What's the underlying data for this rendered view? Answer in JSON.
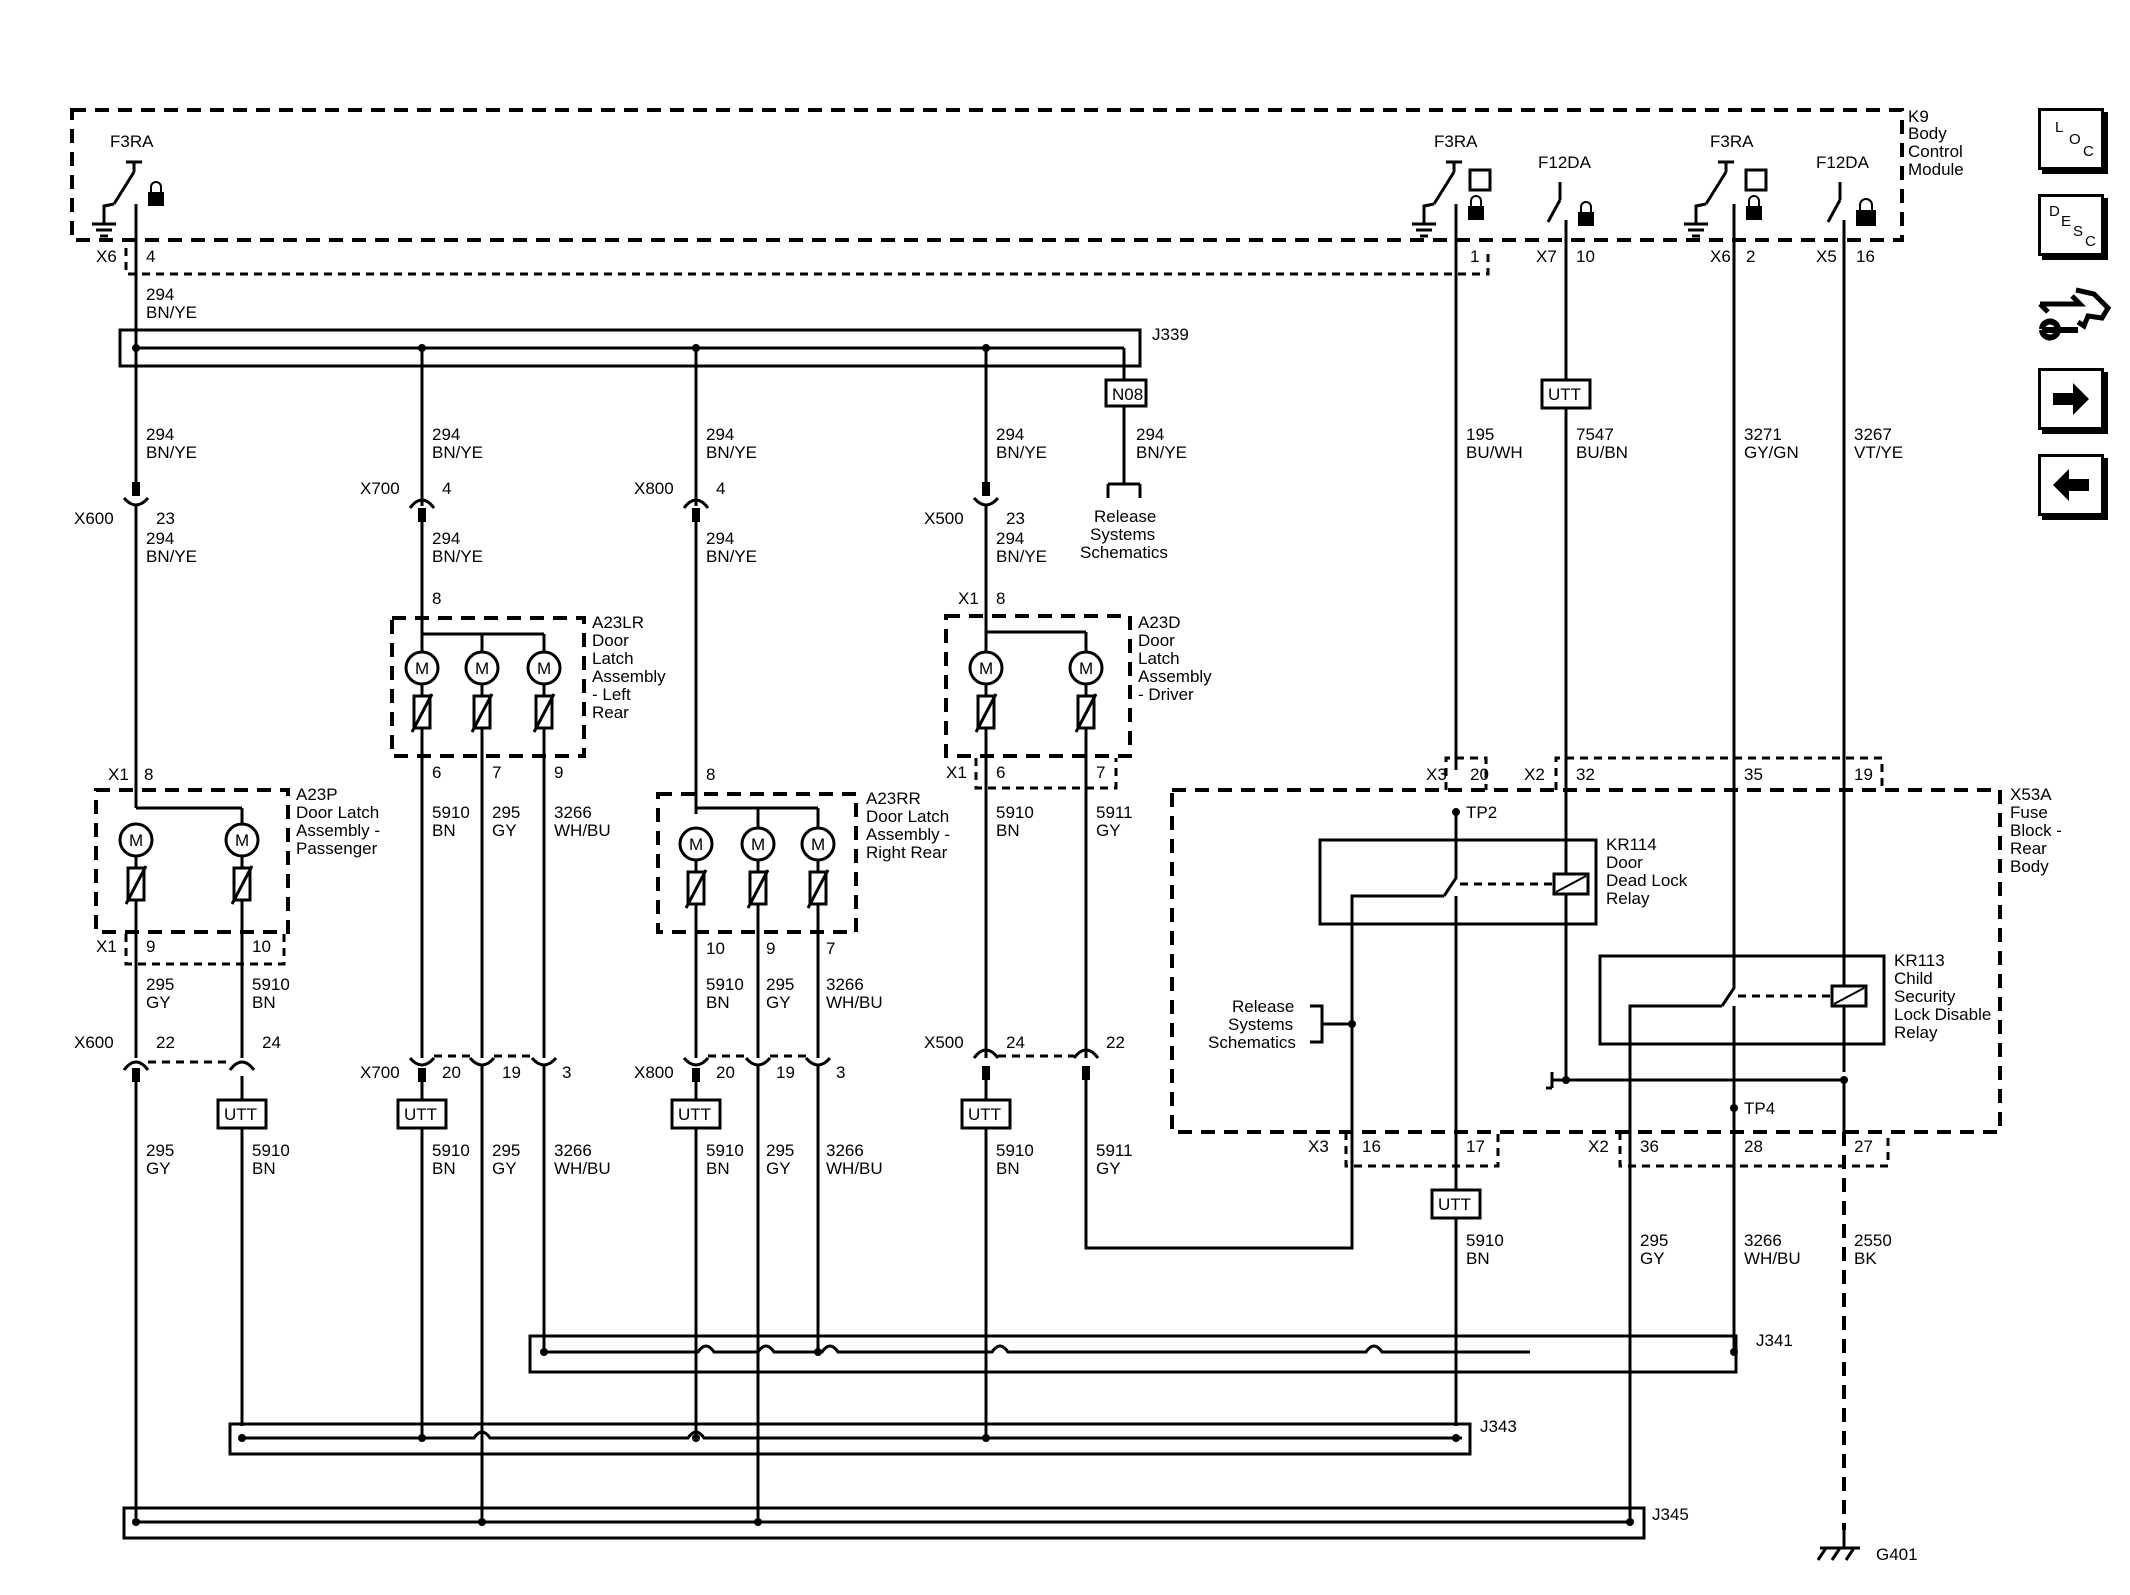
{
  "module": {
    "id": "K9",
    "l1": "Body",
    "l2": "Control",
    "l3": "Module"
  },
  "fuse_block": {
    "id": "X53A",
    "l1": "Fuse",
    "l2": "Block -",
    "l3": "Rear",
    "l4": "Body"
  },
  "bcm_outputs": [
    {
      "fuse": "F3RA",
      "conn": "X6",
      "pin": "4"
    },
    {
      "fuse": "F3RA",
      "conn": "",
      "pin": "1"
    },
    {
      "fuse": "F12DA",
      "conn": "X7",
      "pin": "10"
    },
    {
      "fuse": "F3RA",
      "conn": "X6",
      "pin": "2"
    },
    {
      "fuse": "F12DA",
      "conn": "X5",
      "pin": "16"
    }
  ],
  "splices": {
    "j339": "J339",
    "j341": "J341",
    "j343": "J343",
    "j345": "J345"
  },
  "wire_labels": {
    "w294": "294",
    "bnye": "BN/YE",
    "w195": "195",
    "buwh": "BU/WH",
    "w7547": "7547",
    "bubn": "BU/BN",
    "w3271": "3271",
    "gygn": "GY/GN",
    "w3267": "3267",
    "vtye": "VT/YE",
    "w5910": "5910",
    "bn": "BN",
    "w295": "295",
    "gy": "GY",
    "w3266": "3266",
    "whbu": "WH/BU",
    "w5911": "5911",
    "w2550": "2550",
    "bk": "BK"
  },
  "connectors": {
    "x600": "X600",
    "x700": "X700",
    "x800": "X800",
    "x500": "X500",
    "x1": "X1",
    "x2": "X2",
    "x3": "X3"
  },
  "pins": {
    "p2": "2",
    "p3": "3",
    "p4": "4",
    "p6": "6",
    "p7": "7",
    "p8": "8",
    "p9": "9",
    "p10": "10",
    "p16": "16",
    "p17": "17",
    "p19": "19",
    "p20": "20",
    "p22": "22",
    "p23": "23",
    "p24": "24",
    "p27": "27",
    "p28": "28",
    "p32": "32",
    "p35": "35",
    "p36": "36"
  },
  "tags": {
    "utt": "UTT",
    "n08": "N08",
    "tp2": "TP2",
    "tp4": "TP4",
    "motor": "M"
  },
  "release": {
    "l1": "Release",
    "l2": "Systems",
    "l3": "Schematics"
  },
  "latches": {
    "a23p": {
      "id": "A23P",
      "l1": "Door Latch",
      "l2": "Assembly -",
      "l3": "Passenger"
    },
    "a23lr": {
      "id": "A23LR",
      "l1": "Door",
      "l2": "Latch",
      "l3": "Assembly",
      "l4": "- Left",
      "l5": "Rear"
    },
    "a23rr": {
      "id": "A23RR",
      "l1": "Door Latch",
      "l2": "Assembly -",
      "l3": "Right Rear"
    },
    "a23d": {
      "id": "A23D",
      "l1": "Door",
      "l2": "Latch",
      "l3": "Assembly",
      "l4": "- Driver"
    }
  },
  "relays": {
    "kr114": {
      "id": "KR114",
      "l1": "Door",
      "l2": "Dead Lock",
      "l3": "Relay"
    },
    "kr113": {
      "id": "KR113",
      "l1": "Child",
      "l2": "Security",
      "l3": "Lock Disable",
      "l4": "Relay"
    }
  },
  "ground": {
    "id": "G401"
  },
  "nav": {
    "loc_letters": [
      "L",
      "O",
      "C"
    ],
    "desc_letters": [
      "D",
      "E",
      "S",
      "C"
    ]
  }
}
